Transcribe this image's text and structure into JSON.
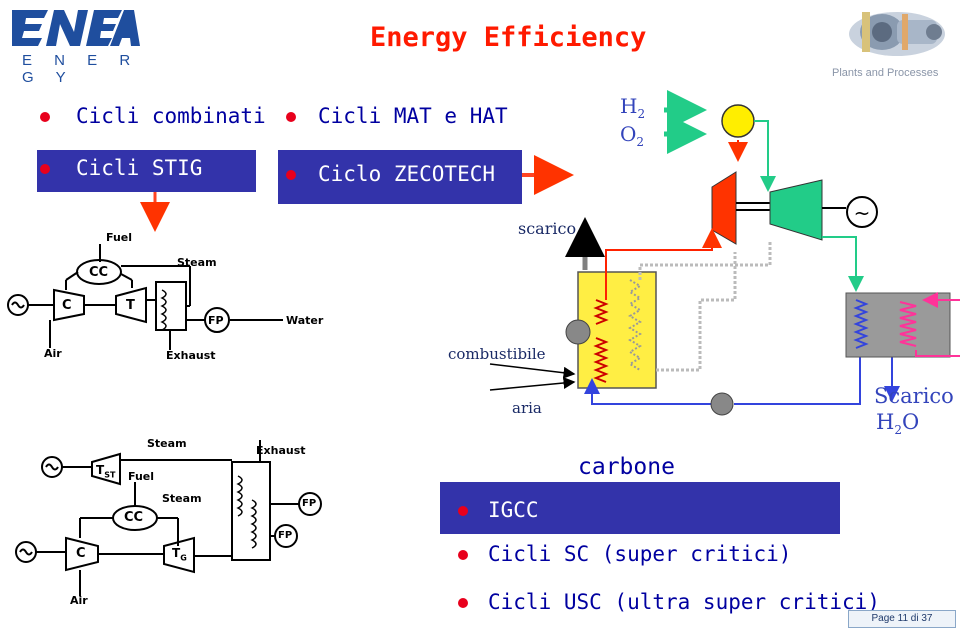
{
  "header": {
    "logo_text": "ENEA",
    "logo_subtext": "E N E R G Y",
    "title": "Energy Efficiency",
    "section_label": "Plants and Processes"
  },
  "topics": {
    "item1": "Cicli combinati",
    "item2": "Cicli STIG",
    "item3": "Cicli MAT e HAT",
    "item4": "Ciclo ZECOTECH"
  },
  "diagram": {
    "h2": "H",
    "h2_sub": "2",
    "o2": "O",
    "o2_sub": "2",
    "scarico": "scarico",
    "combustibile": "combustibile",
    "aria": "aria",
    "scarico_h2o": "Scarico",
    "h2o": "H",
    "h2o_sub": "2",
    "h2o_end": "O",
    "generator_symbol": "~"
  },
  "cc_diagram": {
    "fuel": "Fuel",
    "cc": "CC",
    "steam": "Steam",
    "c": "C",
    "t": "T",
    "fp": "FP",
    "water": "Water",
    "air": "Air",
    "exhaust": "Exhaust"
  },
  "stig_diagram": {
    "steam1": "Steam",
    "exhaust": "Exhaust",
    "tst": "T",
    "tst_sub": "ST",
    "fuel": "Fuel",
    "steam2": "Steam",
    "cc": "CC",
    "fp1": "FP",
    "fp2": "FP",
    "c": "C",
    "tg": "T",
    "tg_sub": "G",
    "air": "Air"
  },
  "bottom_list": {
    "carbone": "carbone",
    "item1": "IGCC",
    "item2": "Cicli SC (super critici)",
    "item3": "Cicli USC (ultra super critici)"
  },
  "footer": {
    "page": "Page 11 di 37"
  },
  "colors": {
    "accent_red": "#ff1a00",
    "brand_blue": "#1f4e9e",
    "box_blue": "#3333aa",
    "green": "#22cc88",
    "yellow": "#ffee00",
    "pink": "#ff3399"
  }
}
